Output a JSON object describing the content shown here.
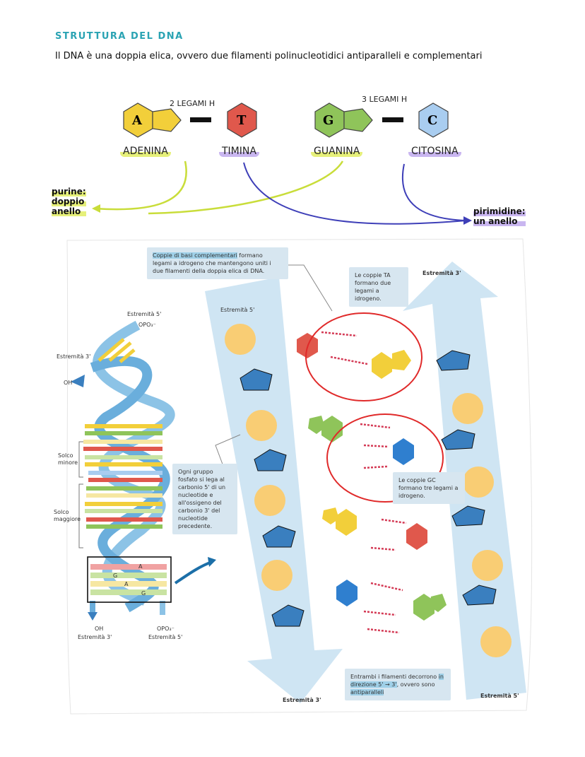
{
  "header": {
    "title": "STRUTTURA DEL DNA",
    "subtitle": "Il DNA è una doppia elica, ovvero due filamenti polinucleotidici antiparalleli e complementari"
  },
  "bases": {
    "bond_at": "2 LEGAMI H",
    "bond_gc": "3 LEGAMI H",
    "a_letter": "A",
    "t_letter": "T",
    "g_letter": "G",
    "c_letter": "C",
    "a_name": "ADENINA",
    "t_name": "TIMINA",
    "g_name": "GUANINA",
    "c_name": "CITOSINA"
  },
  "groups": {
    "purine_l1": "purine:",
    "purine_l2": "doppio",
    "purine_l3": "anello",
    "pyr_l1": "pirimidine:",
    "pyr_l2": "un anello"
  },
  "helix": {
    "top_5": "Estremità 5'",
    "opo_top": "OPO₃⁻",
    "end_3_left": "Estremità 3'",
    "oh_left": "OH",
    "minor": "Solco minore",
    "major": "Solco maggiore",
    "oh_bottom": "OH",
    "bottom_3": "Estremità 3'",
    "opo_bottom": "OPO₃⁻",
    "bottom_5": "Estremità 5'",
    "box_letters": [
      "A",
      "G",
      "A",
      "G"
    ]
  },
  "detail": {
    "callout_pairs_hl": "Coppie di basi complementari",
    "callout_pairs_rest": " formano legami a idrogeno che mantengono uniti i due filamenti della doppia elica di DNA.",
    "callout_ta": "Le coppie TA formano due legami a idrogeno.",
    "callout_phosphate": "Ogni gruppo fosfato si lega al carbonio 5' di un nucleotide e all'ossigeno del carbonio 3' del nucleotide precedente.",
    "callout_gc": "Le coppie GC formano tre legami a idrogeno.",
    "callout_anti_1": "Entrambi i filamenti decorrono ",
    "callout_anti_hl1": "in direzione 5' → 3'",
    "callout_anti_2": ", ovvero sono ",
    "callout_anti_hl2": "antiparalleli",
    "left_strand_top": "Estremità 5'",
    "left_strand_bottom": "Estremità 3'",
    "right_strand_top": "Estremità 3'",
    "right_strand_bottom": "Estremità 5'"
  },
  "colors": {
    "adenine": "#f2cf3a",
    "thymine": "#e0584c",
    "guanine": "#8fc45a",
    "cytosine": "#a9cdf0",
    "accent": "#2aa3b3",
    "purine_arrow": "#c9dd3a",
    "pyr_arrow": "#3e3fb8"
  }
}
